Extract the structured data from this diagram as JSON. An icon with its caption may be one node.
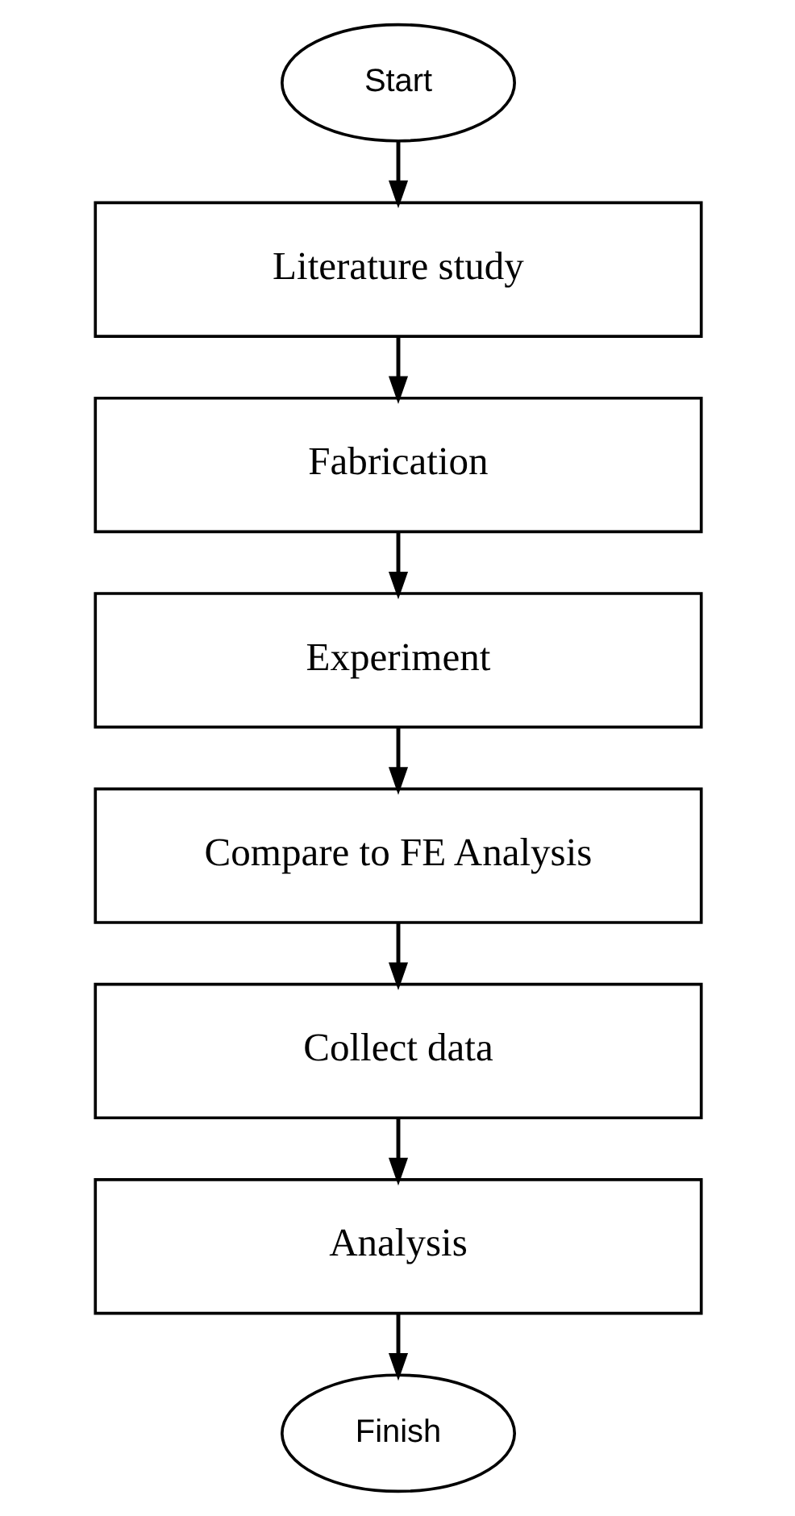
{
  "diagram": {
    "nodes": [
      {
        "text": [
          "Start"
        ]
      },
      {
        "text": [
          "Literature study"
        ]
      },
      {
        "text": [
          "Fabrication"
        ]
      },
      {
        "text": [
          "Experiment"
        ]
      },
      {
        "text": [
          "Compare to FE Analysis"
        ]
      },
      {
        "text": [
          "Collect data"
        ]
      },
      {
        "text": [
          "Analysis"
        ]
      },
      {
        "text": [
          "Finish"
        ]
      }
    ],
    "edges": [
      {
        "from": 0,
        "to": 1,
        "arrow": "to"
      },
      {
        "from": 1,
        "to": 2,
        "arrow": "to"
      },
      {
        "from": 2,
        "to": 3,
        "arrow": "to"
      },
      {
        "from": 3,
        "to": 4,
        "arrow": "to"
      },
      {
        "from": 4,
        "to": 5,
        "arrow": "to"
      },
      {
        "from": 5,
        "to": 6,
        "arrow": "to"
      },
      {
        "from": 6,
        "to": 7,
        "arrow": "to"
      }
    ]
  }
}
